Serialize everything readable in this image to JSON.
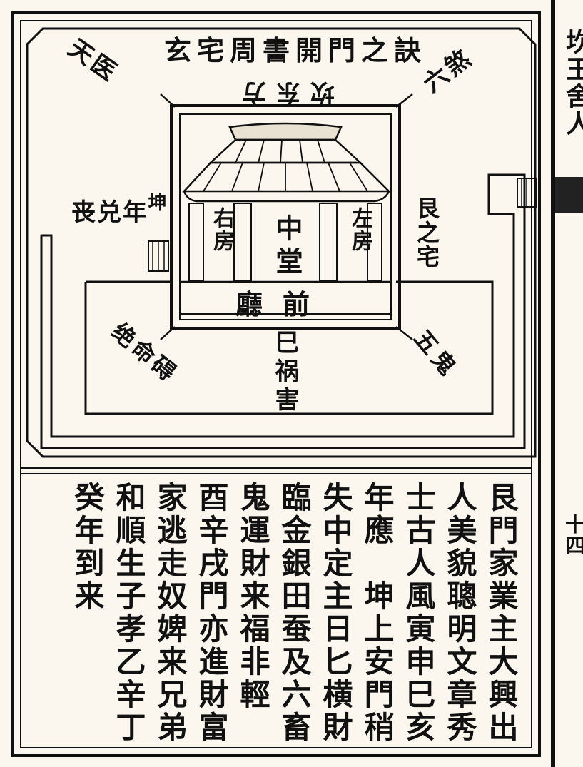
{
  "diagram": {
    "title": "玄宅周書開門之訣",
    "top_label": "坎东方",
    "left_upper": "天医",
    "left_mid": "丧兑年",
    "left_kun": "坤",
    "right_upper": "六煞",
    "right_gen": "艮之宅",
    "right_lower": "五鬼",
    "left_lower": "绝命碍",
    "bottom_center": "巳祸害",
    "building": {
      "center_hall": "中堂",
      "left_room": "右房",
      "right_room": "左房",
      "front_hall": "前廳"
    }
  },
  "text": {
    "columns": [
      "艮門家業主大興出",
      "人美貌聰明文章秀",
      "士古人風寅申巳亥",
      "年應　坤上安門稍",
      "失中定主日匕横財",
      "臨金銀田蚕及六畜",
      "鬼運財来福非輕",
      "酉辛戌門亦進財富",
      "家逃走奴婢来兄弟",
      "和順生子孝乙辛丁",
      "癸年到来"
    ]
  },
  "right_edge": {
    "upper": "坎王舍人",
    "lower": "十四"
  }
}
